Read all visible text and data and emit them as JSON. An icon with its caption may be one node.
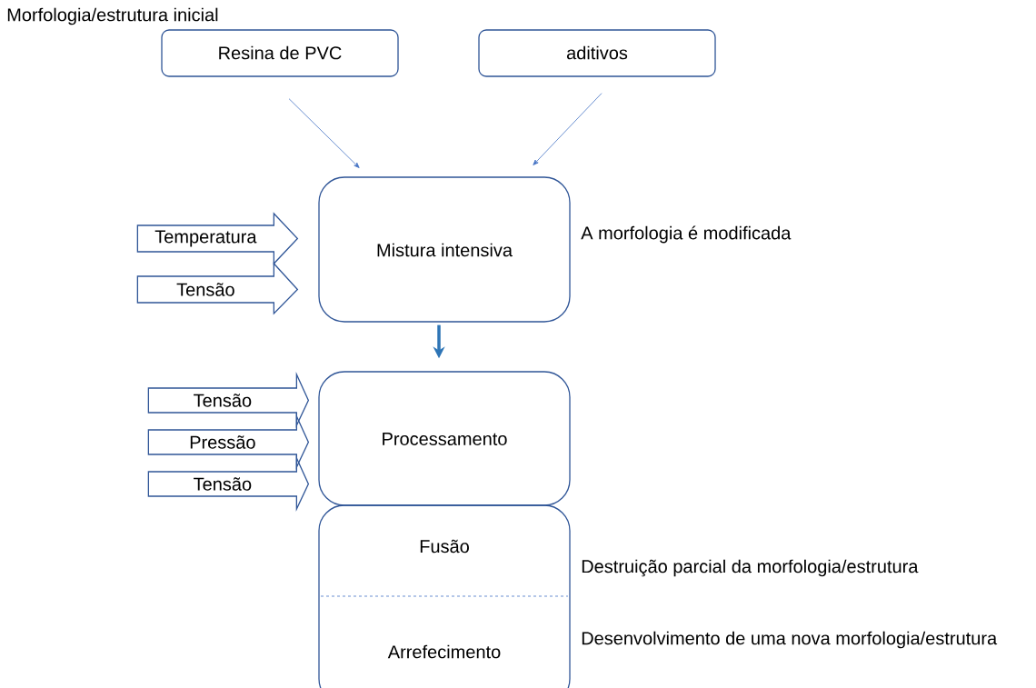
{
  "diagram": {
    "nodes": [
      {
        "text": [
          "Resina de PVC"
        ]
      },
      {
        "text": [
          "aditivos"
        ]
      },
      {
        "text": [
          "Mistura intensiva"
        ],
        "beside": [
          "A morfologia é modificada"
        ]
      },
      {
        "text": [
          "Processamento"
        ]
      },
      {
        "text": [
          "Fusão",
          "Arrefecimento"
        ],
        "beside": [
          "Destruição parcial da morfologia/estrutura",
          "Desenvolvimento de uma nova morfologia/estrutura"
        ]
      }
    ],
    "edges": [
      {
        "from": 0,
        "to": 2,
        "arrow": "to"
      },
      {
        "from": 1,
        "to": 2,
        "arrow": "to"
      },
      {
        "from": 2,
        "to": 3,
        "arrow": "to",
        "style": "thick",
        "color": "#2e75b6"
      },
      {
        "from": null,
        "to": 2,
        "arrow": "to",
        "label": "Temperatura"
      },
      {
        "from": null,
        "to": 2,
        "arrow": "to",
        "label": "Tensão"
      },
      {
        "from": null,
        "to": 3,
        "arrow": "to",
        "label": "Tensão"
      },
      {
        "from": null,
        "to": 3,
        "arrow": "to",
        "label": "Pressão"
      },
      {
        "from": null,
        "to": 3,
        "arrow": "to",
        "label": "Tensão"
      }
    ],
    "labels": [
      "Morfologia/estrutura inicial"
    ]
  }
}
